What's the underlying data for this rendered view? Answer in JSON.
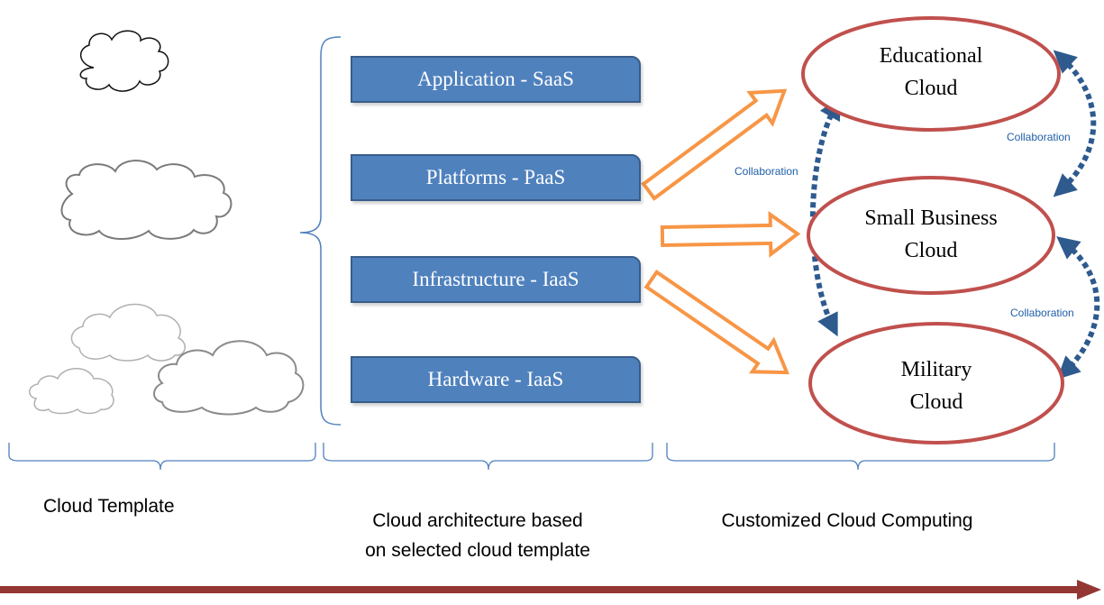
{
  "layers": [
    {
      "label": "Application - SaaS"
    },
    {
      "label": "Platforms - PaaS"
    },
    {
      "label": "Infrastructure - IaaS"
    },
    {
      "label": "Hardware - IaaS"
    }
  ],
  "clouds": [
    {
      "line1": "Educational",
      "line2": "Cloud"
    },
    {
      "line1": "Small Business",
      "line2": "Cloud"
    },
    {
      "line1": "Military",
      "line2": "Cloud"
    }
  ],
  "collaboration": {
    "label": "Collaboration"
  },
  "captions": {
    "template": "Cloud Template",
    "architecture_line1": "Cloud architecture based",
    "architecture_line2": "on selected cloud template",
    "customized": "Customized Cloud Computing"
  },
  "colors": {
    "layer_fill": "#4f81bd",
    "layer_border": "#385d8a",
    "ellipse_stroke": "#c0504d",
    "arrow_outline": "#f79646",
    "collab_arrow": "#2e5a8e",
    "bracket": "#4f81bd",
    "timeline": "#943634"
  },
  "icons": [
    "cloud-icon",
    "arrow-right-icon",
    "double-arrow-icon",
    "brace-icon"
  ]
}
